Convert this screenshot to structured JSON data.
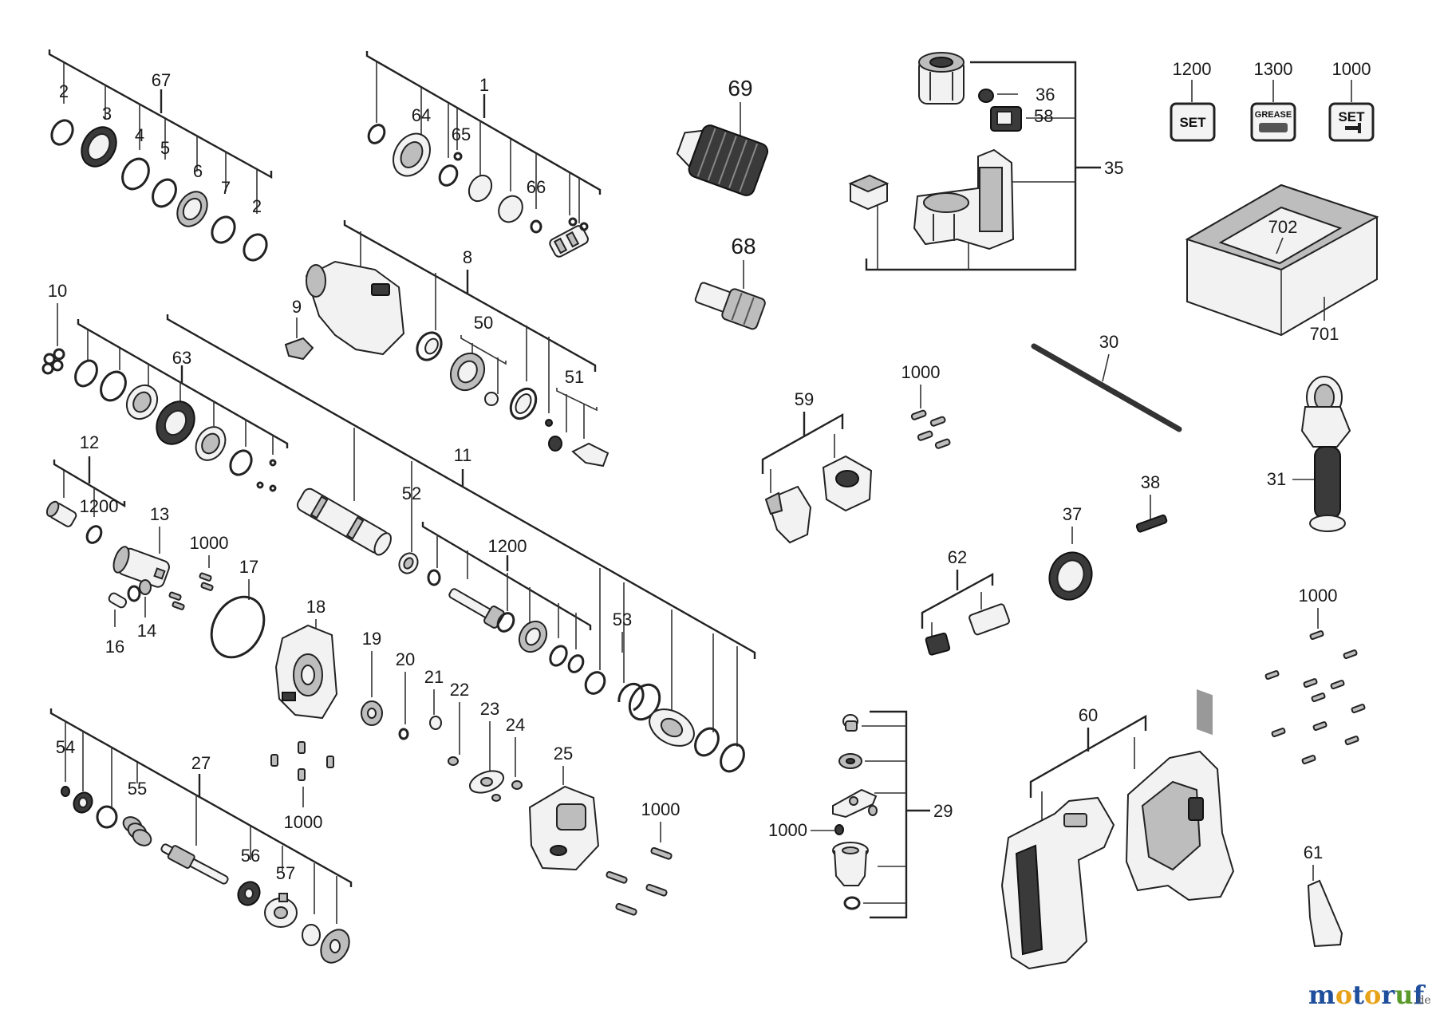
{
  "callouts": {
    "c67": "67",
    "c2a": "2",
    "c3": "3",
    "c4": "4",
    "c5": "5",
    "c6": "6",
    "c7": "7",
    "c2b": "2",
    "c1": "1",
    "c64": "64",
    "c65": "65",
    "c66": "66",
    "c69": "69",
    "c68": "68",
    "c36": "36",
    "c58": "58",
    "c35": "35",
    "c8": "8",
    "c9": "9",
    "c50": "50",
    "c51": "51",
    "c10": "10",
    "c63": "63",
    "c12": "12",
    "c1200a": "1200",
    "c13": "13",
    "c1000a": "1000",
    "c17": "17",
    "c16": "16",
    "c14": "14",
    "c11": "11",
    "c52": "52",
    "c1200b": "1200",
    "c53": "53",
    "c18": "18",
    "c19": "19",
    "c20": "20",
    "c21": "21",
    "c22": "22",
    "c23": "23",
    "c24": "24",
    "c25": "25",
    "c1000b": "1000",
    "c1000c": "1000",
    "c54": "54",
    "c27": "27",
    "c55": "55",
    "c56": "56",
    "c57": "57",
    "c59": "59",
    "c1000d": "1000",
    "c30": "30",
    "c38": "38",
    "c37": "37",
    "c62": "62",
    "c31": "31",
    "c1000e": "1000",
    "c60": "60",
    "c29": "29",
    "c1000f": "1000",
    "c61": "61",
    "c1200c": "1200",
    "c1300": "1300",
    "c1000g": "1000",
    "c702": "702",
    "c701": "701"
  },
  "badges": {
    "set1": "SET",
    "grease": "GREASE",
    "set2": "SET"
  },
  "logo": {
    "name": "motoruf",
    "tld": ".de",
    "colors": {
      "m": "#1f4e9c",
      "o1": "#e8a21a",
      "t": "#1f4e9c",
      "o2": "#e8a21a",
      "r": "#1f4e9c",
      "u": "#5a9a2a",
      "f": "#1f4e9c"
    }
  }
}
